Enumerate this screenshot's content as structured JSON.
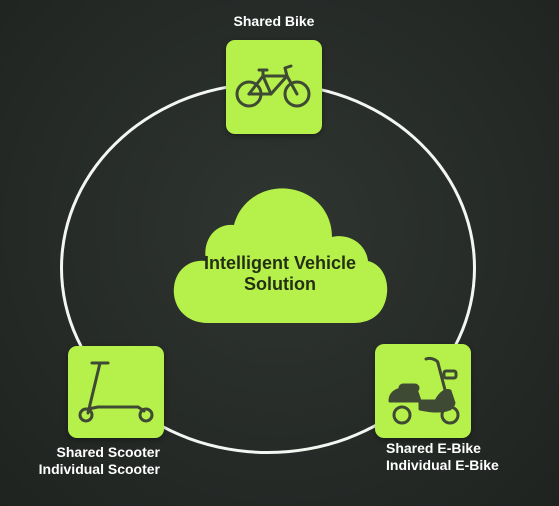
{
  "center": {
    "line1": "Intelligent Vehicle",
    "line2": "Solution"
  },
  "nodes": {
    "bike": {
      "label": "Shared Bike",
      "icon": "bicycle-icon"
    },
    "scooter": {
      "label1": "Shared Scooter",
      "label2": "Individual Scooter",
      "icon": "kick-scooter-icon"
    },
    "ebike": {
      "label1": "Shared E-Bike",
      "label2": "Individual E-Bike",
      "icon": "moped-icon"
    }
  },
  "colors": {
    "background": "#262b28",
    "accent": "#b6f04a",
    "ring": "#f4f6f2",
    "icon_stroke": "#3f4a35",
    "text": "#ffffff"
  }
}
